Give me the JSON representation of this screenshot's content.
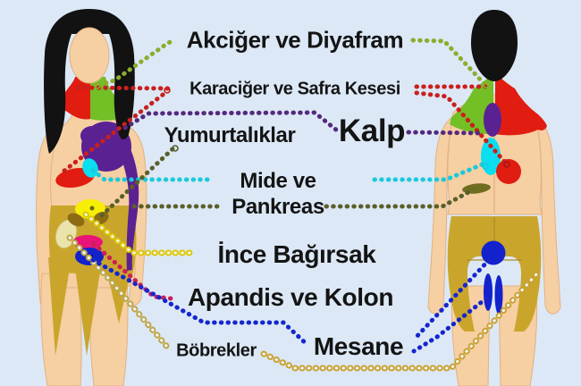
{
  "background_color": "#dce8f6",
  "labels": {
    "lungs_diaphragm": {
      "text": "Akciğer ve Diyafram",
      "line_color": "#8cad2d"
    },
    "liver_gallbladder": {
      "text": "Karaciğer ve Safra Kesesi",
      "line_color": "#c9201d"
    },
    "ovaries": {
      "text": "Yumurtalıklar",
      "line_color": "#55297e"
    },
    "heart": {
      "text": "Kalp",
      "line_color": "#55297e"
    },
    "stomach_pancreas": {
      "text_line1": "Mide ve",
      "text_line2": "Pankreas",
      "stomach_line_color": "#19c9dc",
      "pancreas_line_color": "#5a5f2b"
    },
    "small_intestine": {
      "text": "İnce Bağırsak",
      "line_color": "#ddc804"
    },
    "appendix_colon": {
      "text": "Apandis ve Kolon",
      "line_color": "#cd1e58"
    },
    "kidneys": {
      "text": "Böbrekler",
      "line_color": "#bfa648"
    },
    "bladder": {
      "text": "Mesane",
      "line_color": "#1526cf"
    }
  },
  "body_area_colors": {
    "neck_shoulder_green": "#72bf26",
    "neck_shoulder_red": "#e11c10",
    "heart_purple": "#5a2193",
    "stomach_cyan": "#0adef0",
    "pancreas_olive": "#6f6d22",
    "small_intestine_yellow": "#f7ee05",
    "appendix_colon_magenta": "#ea1377",
    "kidney_khaki": "#eae3ab",
    "bladder_blue": "#1322cc",
    "pelvis_gold": "#c9a62b",
    "skin": "#f6cfa2",
    "hair": "#121212"
  }
}
